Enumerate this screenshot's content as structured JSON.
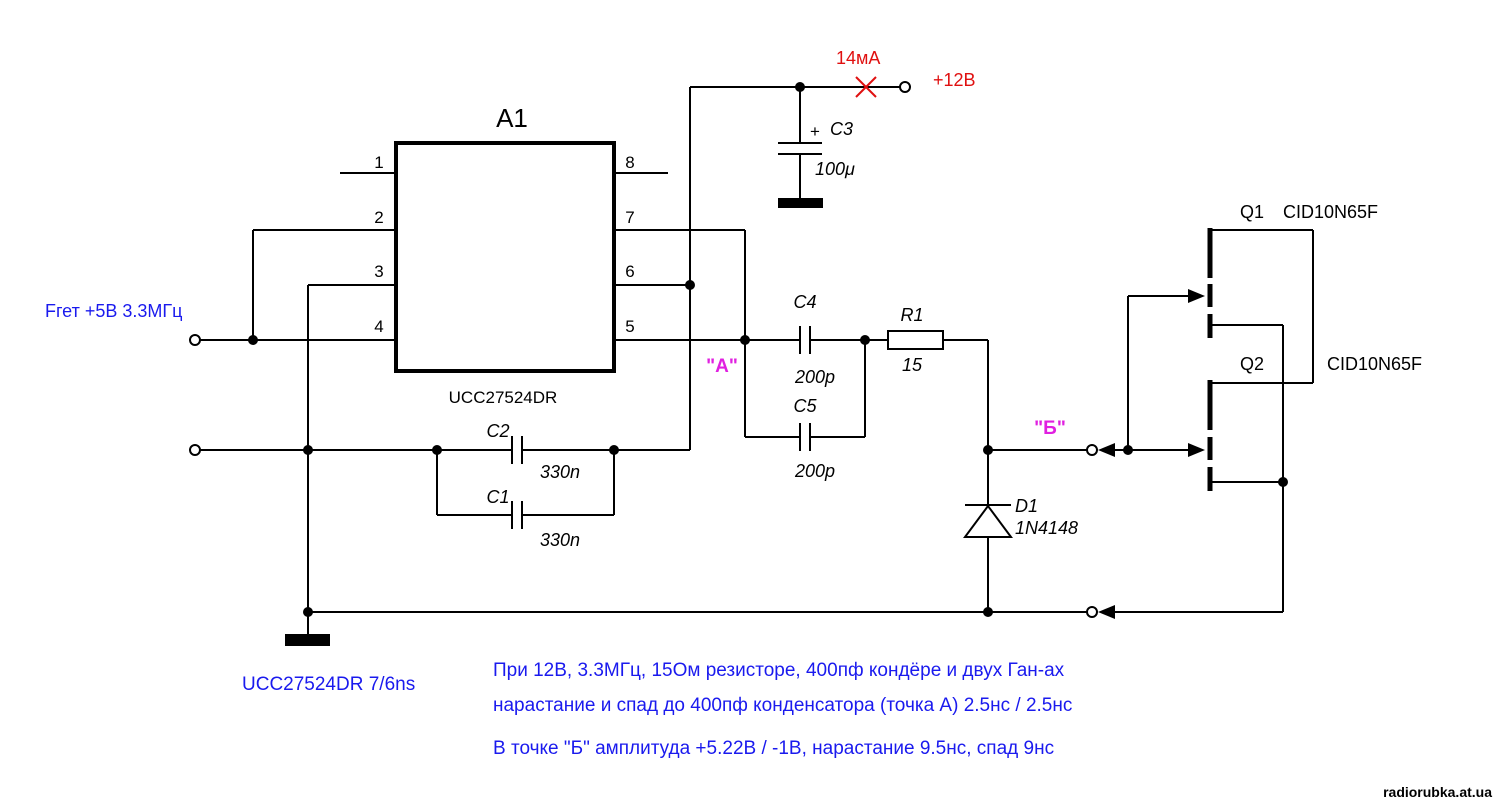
{
  "ic": {
    "ref": "A1",
    "part": "UCC27524DR",
    "pins": [
      "1",
      "2",
      "3",
      "4",
      "5",
      "6",
      "7",
      "8"
    ]
  },
  "supply": {
    "current": "14мА",
    "voltage": "+12В"
  },
  "input": {
    "label": "Fгет +5В 3.3МГц"
  },
  "components": {
    "c3": {
      "ref": "C3",
      "value": "100μ",
      "polarity": "+"
    },
    "c4": {
      "ref": "C4",
      "value": "200p"
    },
    "c5": {
      "ref": "C5",
      "value": "200p"
    },
    "r1": {
      "ref": "R1",
      "value": "15"
    },
    "c2": {
      "ref": "C2",
      "value": "330n"
    },
    "c1": {
      "ref": "C1",
      "value": "330n"
    },
    "d1": {
      "ref": "D1",
      "value": "1N4148"
    },
    "q1": {
      "ref": "Q1",
      "part": "CID10N65F"
    },
    "q2": {
      "ref": "Q2",
      "part": "CID10N65F"
    }
  },
  "test_points": {
    "a": "\"А\"",
    "b": "\"Б\""
  },
  "notes": {
    "driver_timing": "UCC27524DR 7/6ns",
    "line1": "При 12В, 3.3МГц, 15Ом резисторе, 400пф кондёре и двух Ган-ах",
    "line2": "нарастание и спад до 400пф конденсатора (точка А) 2.5нс / 2.5нс",
    "line3": "В точке \"Б\" амплитуда +5.22В / -1В, нарастание 9.5нс, спад 9нс"
  },
  "watermark": "radiorubka.at.ua",
  "colors": {
    "note_text": "#1a1aee",
    "supply_text": "#e01010",
    "test_point": "#e020e0",
    "wire": "#000000"
  }
}
